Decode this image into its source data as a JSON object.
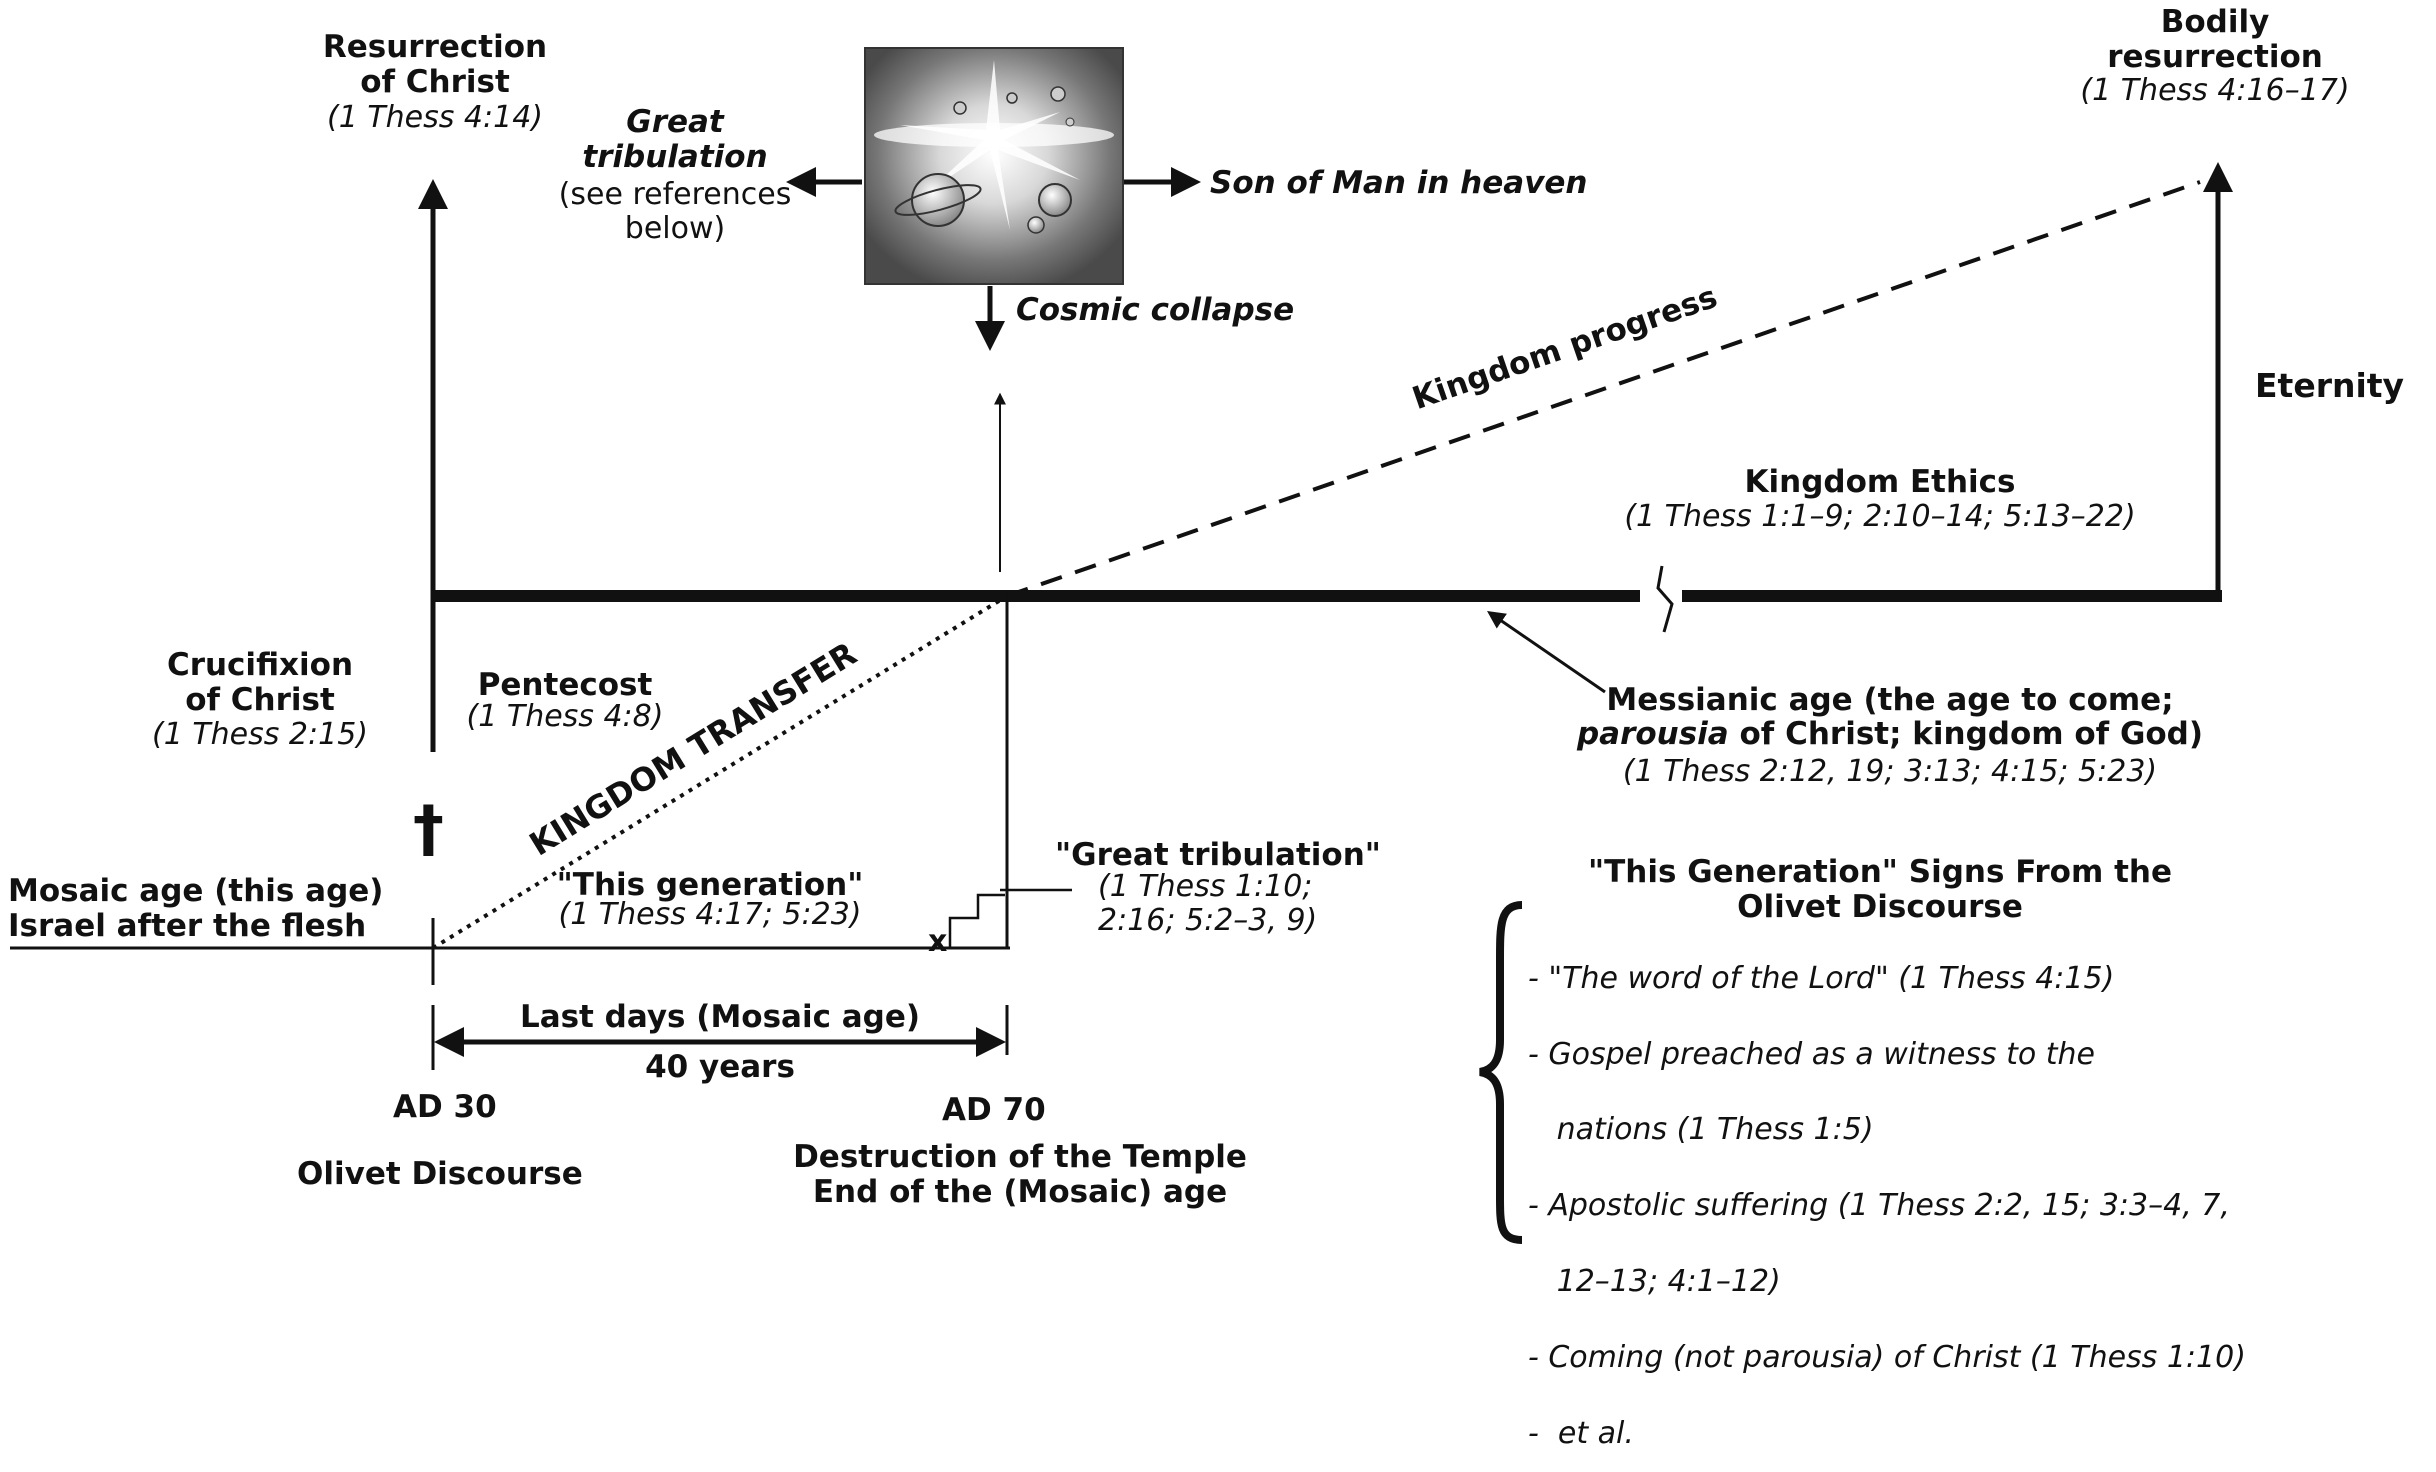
{
  "top": {
    "resurrection_title_1": "Resurrection",
    "resurrection_title_2": "of Christ",
    "resurrection_ref": "(1 Thess 4:14)",
    "bodily_title_1": "Bodily",
    "bodily_title_2": "resurrection",
    "bodily_ref": "(1 Thess 4:16–17)",
    "great_trib_title_1": "Great",
    "great_trib_title_2": "tribulation",
    "great_trib_note_1": "(see references",
    "great_trib_note_2": "below)",
    "son_of_man": "Son of Man in heaven",
    "cosmic_collapse": "Cosmic collapse",
    "eternity": "Eternity",
    "kingdom_progress": "Kingdom progress"
  },
  "kingdom_ethics": {
    "title": "Kingdom Ethics",
    "ref": "(1 Thess 1:1–9; 2:10–14; 5:13–22)"
  },
  "left": {
    "crucifixion_1": "Crucifixion",
    "crucifixion_2": "of Christ",
    "crucifixion_ref": "(1 Thess 2:15)",
    "pentecost": "Pentecost",
    "pentecost_ref": "(1 Thess 4:8)",
    "kingdom_transfer": "KINGDOM TRANSFER",
    "cross_glyph": "†",
    "mosaic_1": "Mosaic age (this age)",
    "mosaic_2": "Israel after the flesh"
  },
  "middle": {
    "this_generation": "\"This generation\"",
    "this_generation_ref": "(1 Thess 4:17; 5:23)",
    "great_trib_quote": "\"Great tribulation\"",
    "great_trib_ref_1": "(1 Thess 1:10;",
    "great_trib_ref_2": "2:16; 5:2–3, 9)",
    "x_mark": "x"
  },
  "messianic": {
    "line1": "Messianic age (the age to come;",
    "line2_italic": "parousia",
    "line2_rest": " of Christ; kingdom of God)",
    "ref": "(1 Thess 2:12, 19; 3:13; 4:15; 5:23)"
  },
  "bottom": {
    "last_days": "Last days (Mosaic age)",
    "forty_years": "40 years",
    "ad30": "AD 30",
    "ad70": "AD 70",
    "olivet": "Olivet Discourse",
    "destruction_1": "Destruction of the Temple",
    "destruction_2": "End of the (Mosaic) age"
  },
  "signs": {
    "title_1": "\"This Generation\" Signs From the",
    "title_2": "Olivet Discourse",
    "lines": [
      "- \"The word of the Lord\" (1 Thess 4:15)",
      "- Gospel preached as a witness to the",
      "   nations (1 Thess 1:5)",
      "- Apostolic suffering (1 Thess 2:2, 15; 3:3–4, 7,",
      "   12–13; 4:1–12)",
      "- Coming (not parousia) of Christ (1 Thess 1:10)",
      "-  et al."
    ]
  },
  "colors": {
    "ink": "#111111",
    "image_dark": "#555555",
    "image_light": "#f4f4f4"
  },
  "icons": [
    "cosmic-collapse-image",
    "cross-icon",
    "break-icon",
    "brace-icon"
  ]
}
